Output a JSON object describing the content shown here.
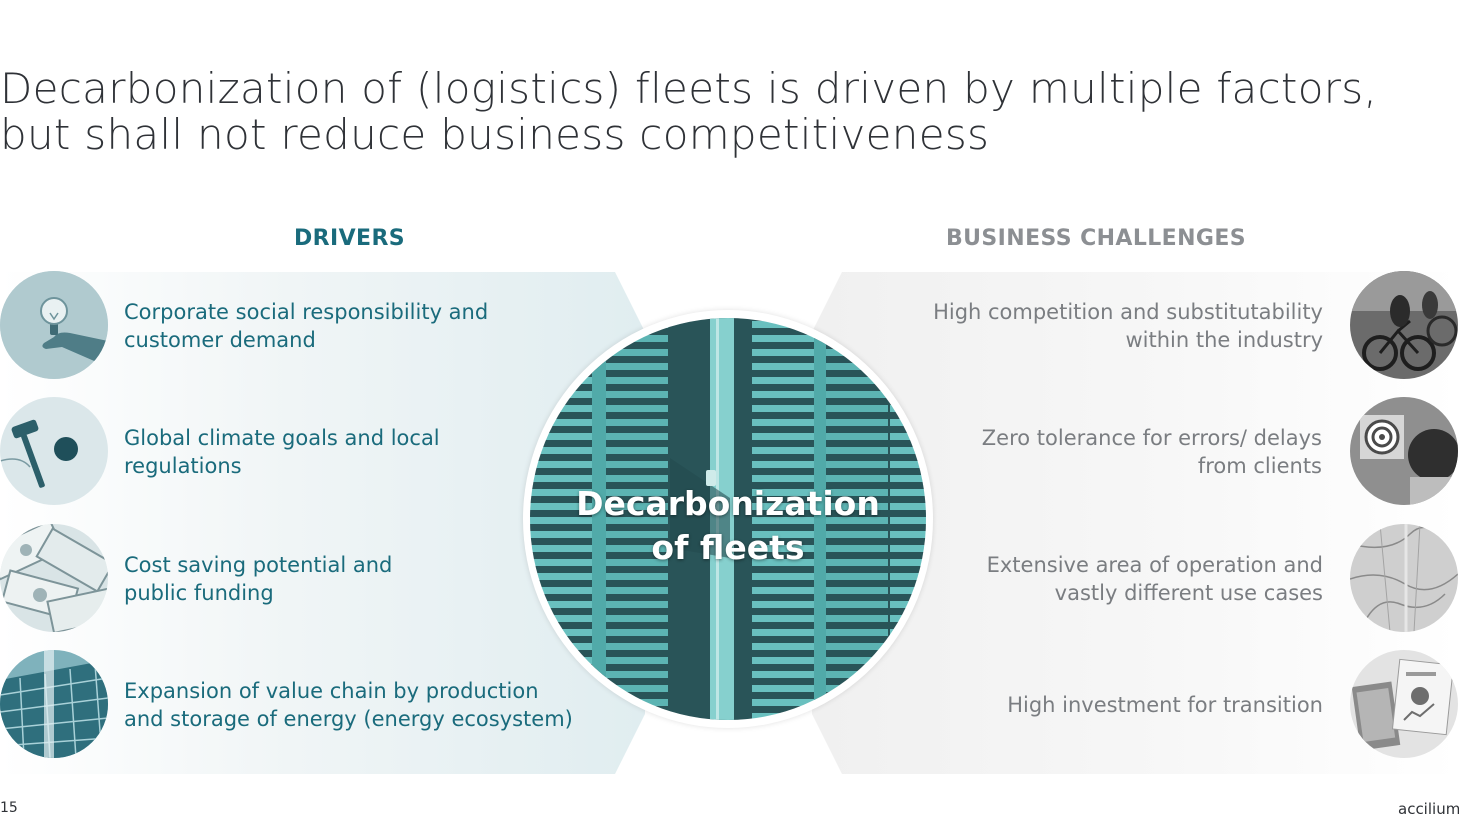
{
  "title": {
    "line1": "Decarbonization of (logistics) fleets is driven by multiple factors,",
    "line2": "but shall not reduce business competitiveness"
  },
  "drivers": {
    "heading": "DRIVERS",
    "items": [
      {
        "line1": "Corporate social responsibility and",
        "line2": "customer demand",
        "icon": "lightbulb-hand-photo"
      },
      {
        "line1": "Global climate goals and local",
        "line2": "regulations",
        "icon": "gavel-photo"
      },
      {
        "line1": "Cost saving potential and",
        "line2": "public funding",
        "icon": "dollar-bills-photo"
      },
      {
        "line1": "Expansion of value chain by production",
        "line2": "and storage of energy (energy ecosystem)",
        "icon": "solar-panels-photo"
      }
    ]
  },
  "center": {
    "line1": "Decarbonization",
    "line2": "of fleets",
    "icon": "parked-trucks-aerial-photo"
  },
  "challenges": {
    "heading": "BUSINESS CHALLENGES",
    "items": [
      {
        "line1": "High competition and substitutability",
        "line2": "within the industry",
        "icon": "cycling-race-photo"
      },
      {
        "line1": "Zero tolerance for errors/ delays",
        "line2": "from clients",
        "icon": "archery-target-photo"
      },
      {
        "line1": "Extensive area of operation and",
        "line2": "vastly different use cases",
        "icon": "map-photo"
      },
      {
        "line1": "High investment for transition",
        "line2": "",
        "icon": "financial-documents-photo"
      }
    ]
  },
  "footer": {
    "page_number": "15",
    "brand": "accilium"
  },
  "colors": {
    "drivers_accent": "#1a6b7c",
    "challenges_text": "#7a7d81",
    "hub_teal": "#5fb8b5"
  }
}
